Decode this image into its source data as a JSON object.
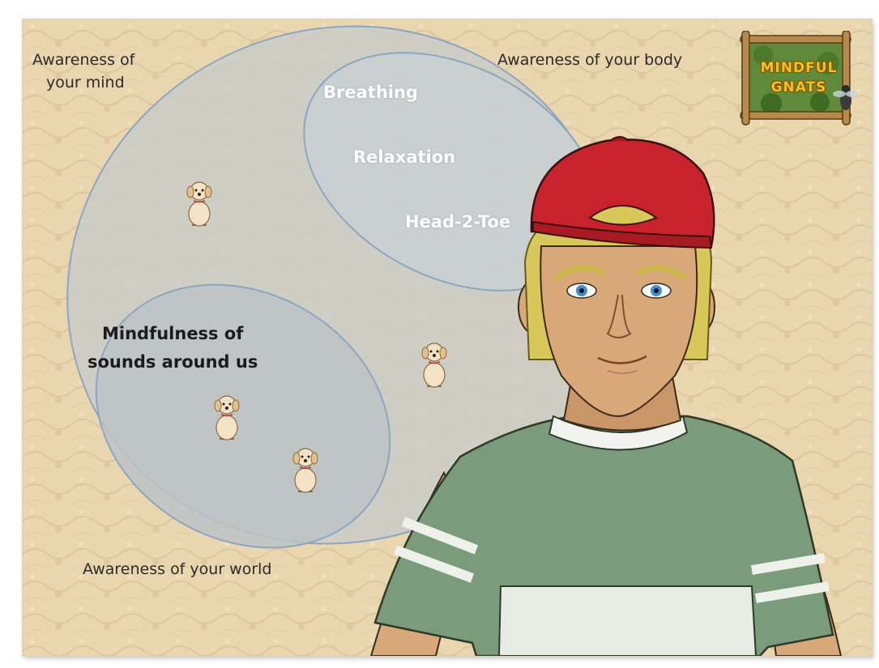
{
  "diagram": {
    "labels": {
      "mind": [
        "Awareness of",
        "your mind"
      ],
      "body": "Awareness of your body",
      "world": "Awareness of your world"
    },
    "body_items": [
      "Breathing",
      "Relaxation",
      "Head-2-Toe"
    ],
    "world_item": [
      "Mindfulness of",
      "sounds around us"
    ]
  },
  "logo": {
    "line1": "MINDFUL",
    "line2": "GNATS"
  },
  "colors": {
    "background": "#e9d6ae",
    "ellipse_fill": "#c8cdcc",
    "ellipse_stroke": "#8aa6c4",
    "hat": "#c8232c",
    "shirt": "#7b9c7a",
    "skin": "#d9a878",
    "hair": "#d8c85a"
  },
  "icons": [
    "dog-icon",
    "boy-character",
    "mindful-gnats-logo",
    "gnat-icon"
  ]
}
